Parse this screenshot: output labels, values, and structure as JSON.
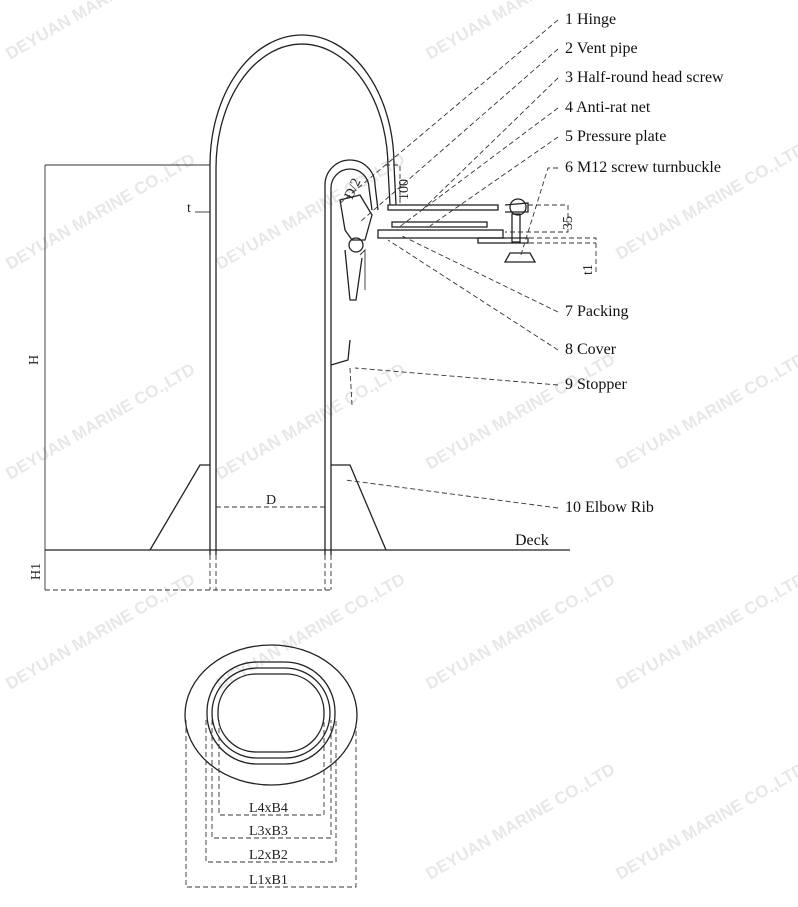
{
  "parts": [
    {
      "label": "1 Hinge"
    },
    {
      "label": "2 Vent pipe"
    },
    {
      "label": "3 Half-round head screw"
    },
    {
      "label": "4 Anti-rat net"
    },
    {
      "label": "5 Pressure plate"
    },
    {
      "label": "6 M12 screw turnbuckle"
    },
    {
      "label": "7 Packing"
    },
    {
      "label": "8 Cover"
    },
    {
      "label": "9 Stopper"
    },
    {
      "label": "10 Elbow Rib"
    }
  ],
  "dimensions": {
    "H": "H",
    "H1": "H1",
    "D": "D",
    "t": "t",
    "t1": "t1",
    "D2": "D/2",
    "d100": "100",
    "d35": "35",
    "deck": "Deck",
    "L4": "L4xB4",
    "L3": "L3xB3",
    "L2": "L2xB2",
    "L1": "L1xB1"
  },
  "watermark": "DEYUAN MARINE CO.,LTD"
}
